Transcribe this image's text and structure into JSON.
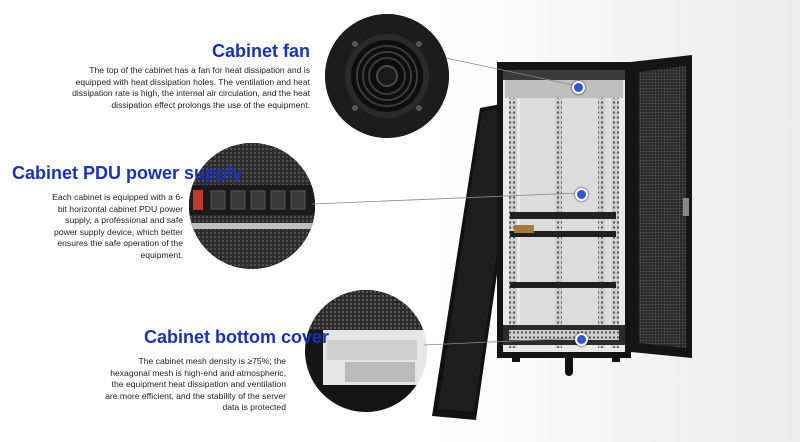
{
  "features": {
    "fan": {
      "title": "Cabinet fan",
      "description": "The top of the cabinet has a fan for heat dissipation and is equipped with heat dissipation holes. The ventilation and heat dissipation rate is high, the internal air circulation, and the heat dissipation effect prolongs the use of the equipment."
    },
    "pdu": {
      "title": "Cabinet PDU power supply",
      "description": "Each cabinet is equipped with a 6-bit horizontal cabinet PDU power supply, a professional and safe power supply device, which better ensures the safe operation of the equipment."
    },
    "bottom": {
      "title": "Cabinet bottom cover",
      "description": "The cabinet mesh density is ≥75%; the hexagonal mesh is high-end and atmospheric, the equipment heat dissipation and ventilation are more efficient, and the stability of the server data is protected"
    }
  },
  "colors": {
    "heading": "#1730c8",
    "marker": "#2d57d6",
    "cabinet": "#1b1b1b"
  }
}
